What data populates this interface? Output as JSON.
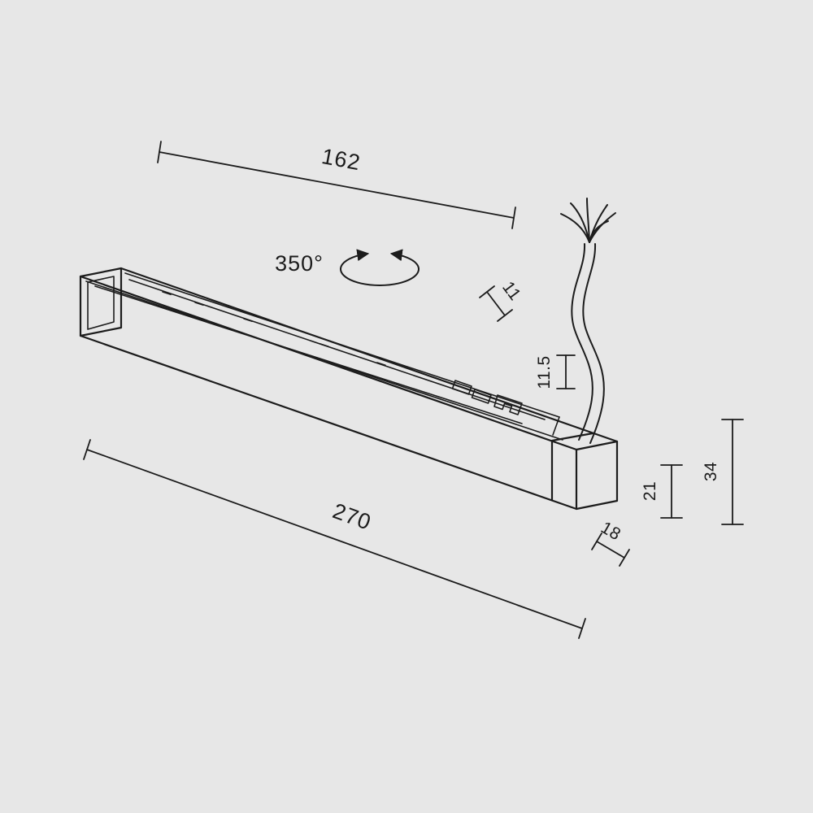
{
  "drawing": {
    "background": "#e7e7e7",
    "line_color": "#1c1c1c",
    "dimensions": {
      "track_length": "162",
      "overall_length": "270",
      "rotation_angle": "350°",
      "slot_width": "11",
      "connector_height": "11.5",
      "body_height": "21",
      "overall_height": "34",
      "body_depth": "18"
    }
  }
}
